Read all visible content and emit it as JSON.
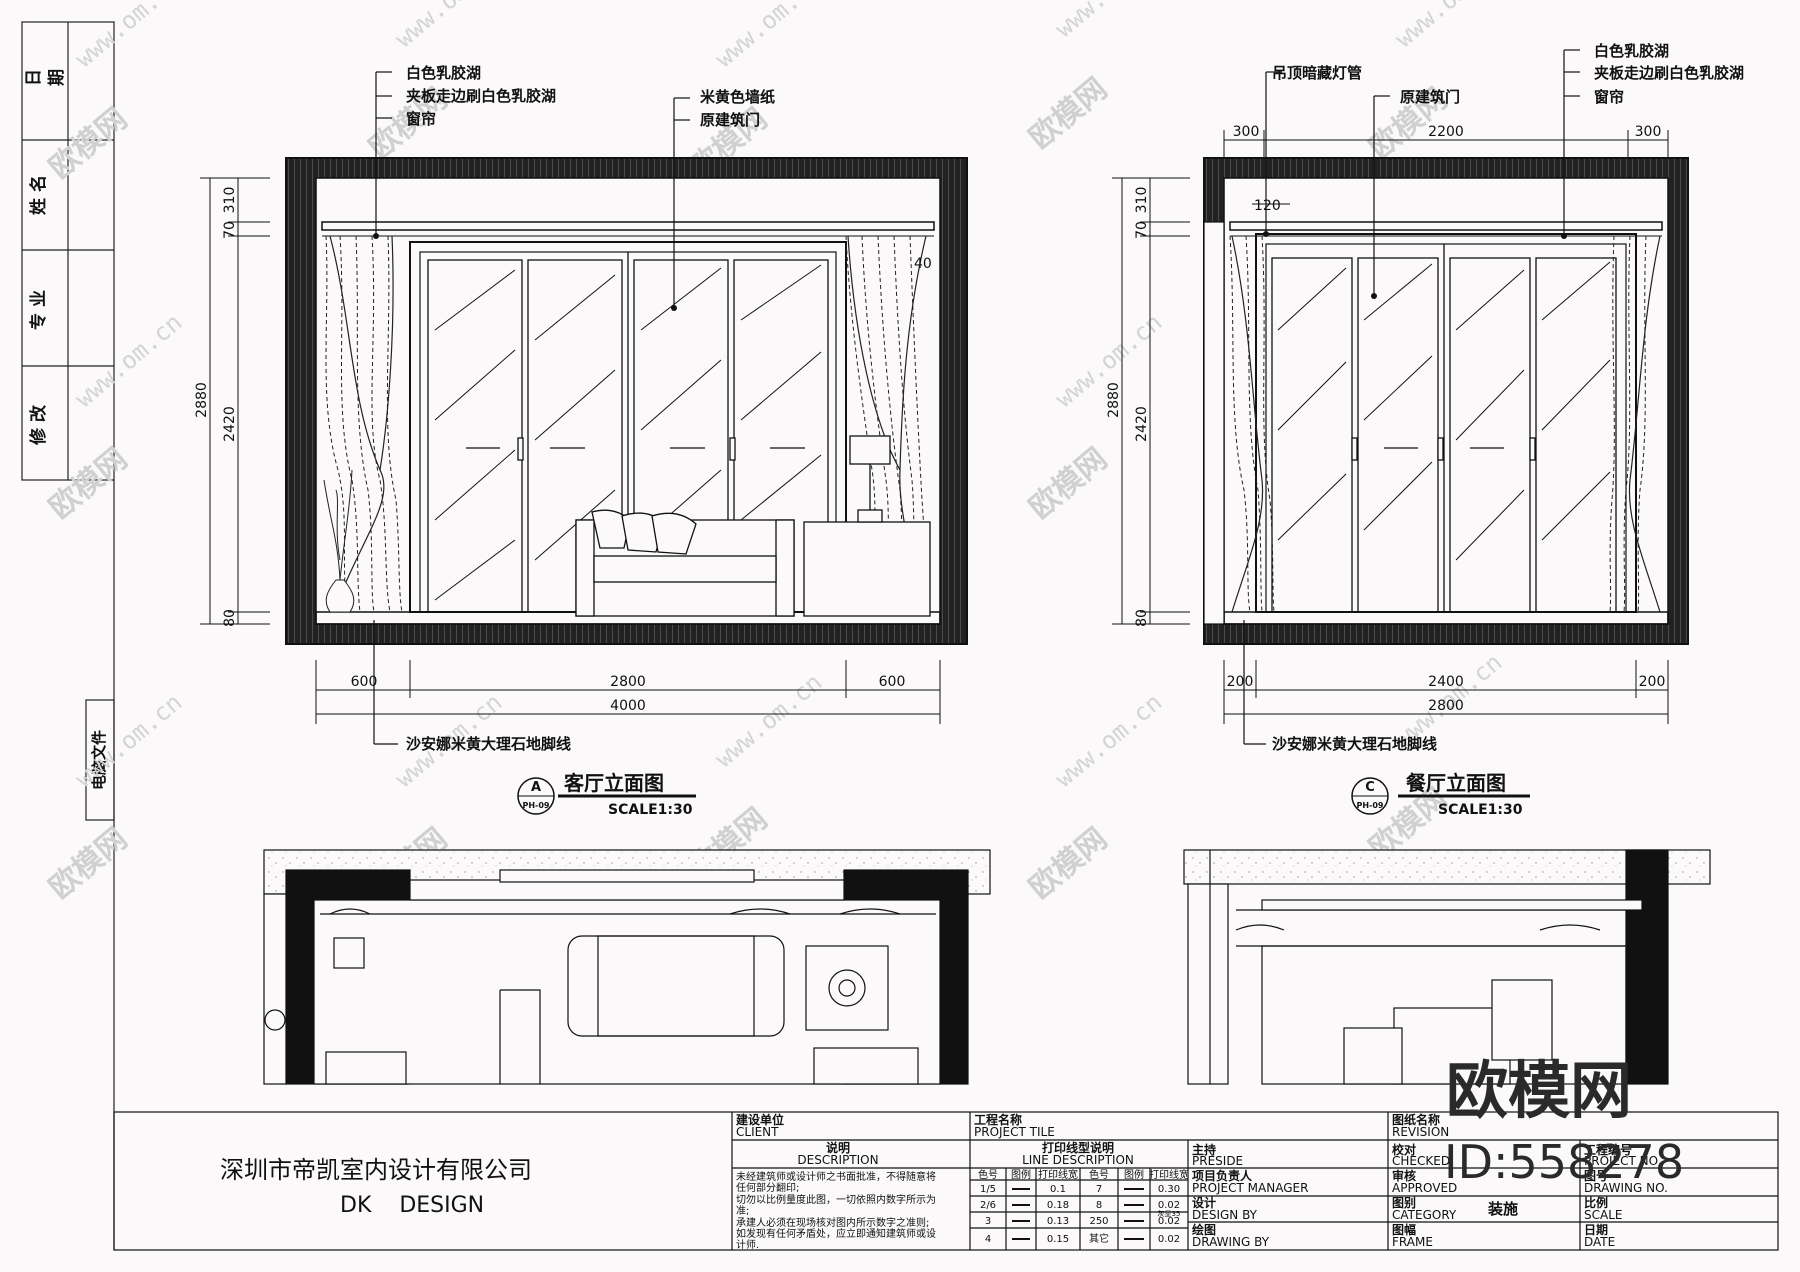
{
  "side_strip": {
    "date_label": "日 期",
    "name_label": "姓 名",
    "major_label": "专 业",
    "revision_label": "修 改",
    "computer_file": "电脑文件"
  },
  "elevation_a": {
    "top_labels": [
      "白色乳胶湖",
      "夹板走边刷白色乳胶湖",
      "窗帘"
    ],
    "right_labels": [
      "米黄色墙纸",
      "原建筑门"
    ],
    "bottom_label": "沙安娜米黄大理石地脚线",
    "title": "客厅立面图",
    "scale": "SCALE1:30",
    "tag_letter": "A",
    "tag_sheet": "PH-09",
    "left_dims": [
      "2880",
      "310",
      "70",
      "2420",
      "80"
    ],
    "inner_dim": "40",
    "bottom_dims": [
      "600",
      "2800",
      "600"
    ],
    "total_dim": "4000"
  },
  "elevation_c": {
    "top_labels": [
      "吊顶暗藏灯管",
      "原建筑门"
    ],
    "right_labels": [
      "白色乳胶湖",
      "夹板走边刷白色乳胶湖",
      "窗帘"
    ],
    "bottom_label": "沙安娜米黄大理石地脚线",
    "title": "餐厅立面图",
    "scale": "SCALE1:30",
    "tag_letter": "C",
    "tag_sheet": "PH-09",
    "top_dims": [
      "300",
      "2200",
      "300"
    ],
    "inner_dim": "120",
    "left_dims": [
      "2880",
      "310",
      "70",
      "2420",
      "80"
    ],
    "bottom_dims": [
      "200",
      "2400",
      "200"
    ],
    "total_dim": "2800"
  },
  "title_block": {
    "company_cn": "深圳市帝凯室内设计有限公司",
    "company_en": "DK    DESIGN",
    "client_cn": "建设单位",
    "client_en": "CLIENT",
    "desc_cn": "说明",
    "desc_en": "DESCRIPTION",
    "desc_text": [
      "未经建筑师或设计师之书面批准，不得随意将",
      "任何部分翻印;",
      "切勿以比例量度此图，一切依照内数字所示为",
      "准;",
      "承建人必须在现场核对图内所示数字之准则;",
      "如发现有任何矛盾处，应立即通知建筑师或设",
      "计师."
    ],
    "project_cn": "工程名称",
    "project_en": "PROJECT TILE",
    "line_desc_cn": "打印线型说明",
    "line_desc_en": "LINE DESCRIPTION",
    "line_headers": [
      "色号",
      "图例",
      "打印线宽",
      "色号",
      "图例",
      "打印线宽"
    ],
    "line_rows": [
      [
        "1/5",
        "0.1",
        "7",
        "0.30"
      ],
      [
        "2/6",
        "0.18",
        "8",
        "0.02"
      ],
      [
        "3",
        "0.13",
        "250",
        "0.02"
      ],
      [
        "4",
        "0.15",
        "其它",
        "0.02"
      ]
    ],
    "line_note": "灰显35",
    "preside_cn": "主持",
    "preside_en": "PRESIDE",
    "pm_cn": "项目负责人",
    "pm_en": "PROJECT MANAGER",
    "design_cn": "设计",
    "design_en": "DESIGN BY",
    "drawing_cn": "绘图",
    "drawing_en": "DRAWING BY",
    "sheet_name_cn": "图纸名称",
    "revision_en": "REVISION",
    "checked_cn": "校对",
    "checked_en": "CHECKED",
    "approved_cn": "审核",
    "approved_en": "APPROVED",
    "category_cn": "图别",
    "category_en": "CATEGORY",
    "category_val": "装施",
    "frame_cn": "图幅",
    "frame_en": "FRAME",
    "project_no_cn": "工程编号",
    "project_no_en": "PROJECT NO.",
    "drawing_no_cn": "图号",
    "drawing_no_en": "DRAWING NO.",
    "scale_cn": "比例",
    "scale_en": "SCALE",
    "date_cn": "日期",
    "date_en": "DATE"
  },
  "watermark": {
    "brand": "欧模网",
    "url": "www.om.cn",
    "id": "ID:558278"
  }
}
